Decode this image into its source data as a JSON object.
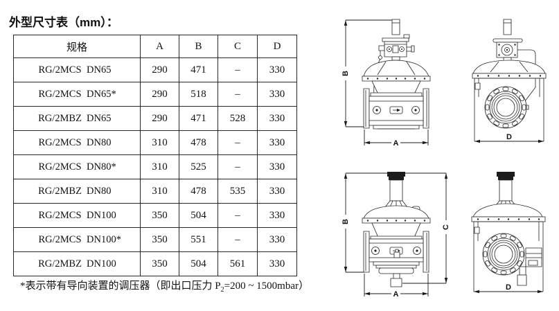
{
  "colors": {
    "ink": "#1a1a1a",
    "background": "#ffffff"
  },
  "title": "外型尺寸表（mm）：",
  "table": {
    "spec_header": "规格",
    "col_headers": [
      "A",
      "B",
      "C",
      "D"
    ],
    "rows": [
      {
        "model": "RG/2MCS",
        "size": "DN65",
        "a": "290",
        "b": "471",
        "c": "–",
        "d": "330"
      },
      {
        "model": "RG/2MCS",
        "size": "DN65*",
        "a": "290",
        "b": "518",
        "c": "–",
        "d": "330"
      },
      {
        "model": "RG/2MBZ",
        "size": "DN65",
        "a": "290",
        "b": "471",
        "c": "528",
        "d": "330"
      },
      {
        "model": "RG/2MCS",
        "size": "DN80",
        "a": "310",
        "b": "478",
        "c": "–",
        "d": "330"
      },
      {
        "model": "RG/2MCS",
        "size": "DN80*",
        "a": "310",
        "b": "525",
        "c": "–",
        "d": "330"
      },
      {
        "model": "RG/2MBZ",
        "size": "DN80",
        "a": "310",
        "b": "478",
        "c": "535",
        "d": "330"
      },
      {
        "model": "RG/2MCS",
        "size": "DN100",
        "a": "350",
        "b": "504",
        "c": "–",
        "d": "330"
      },
      {
        "model": "RG/2MCS",
        "size": "DN100*",
        "a": "350",
        "b": "551",
        "c": "–",
        "d": "330"
      },
      {
        "model": "RG/2MBZ",
        "size": "DN100",
        "a": "350",
        "b": "504",
        "c": "561",
        "d": "330"
      }
    ]
  },
  "footnote": {
    "pre": "*表示带有导向装置的调压器（即出口压力 P",
    "sub": "2",
    "post": "=200 ~ 1500mbar）"
  },
  "diagrams": {
    "top_front": {
      "labels": {
        "height": "B",
        "width": "A"
      }
    },
    "top_side": {
      "labels": {
        "width": "D"
      }
    },
    "bottom_front": {
      "labels": {
        "height": "B",
        "total_height": "C",
        "width": "A"
      }
    },
    "bottom_side": {
      "labels": {
        "width": "D"
      }
    }
  }
}
